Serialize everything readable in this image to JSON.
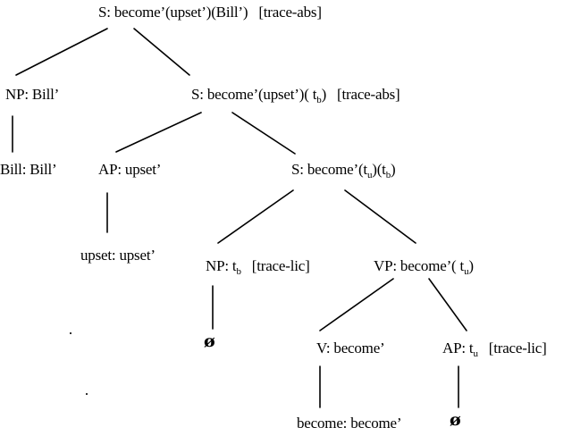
{
  "nodes": {
    "root": {
      "pre": "S: become’(upset’)(Bill’)",
      "tag": "[trace-abs]"
    },
    "np_bill": {
      "text": "NP: Bill’"
    },
    "bill_leaf": {
      "text": "Bill: Bill’"
    },
    "s1": {
      "pre": "S: become’(upset’)( t",
      "sub": "b",
      "post": ")",
      "tag": "[trace-abs]"
    },
    "ap_upset": {
      "text": "AP: upset’"
    },
    "upset_leaf": {
      "text": "upset: upset’"
    },
    "s2": {
      "pre": "S: become’(t",
      "sub1": "u",
      "mid": ")(t",
      "sub2": "b",
      "post": ")"
    },
    "np_tb": {
      "pre": "NP: t",
      "sub": "b",
      "tag": "[trace-lic]"
    },
    "null1": {
      "text": "ø"
    },
    "vp": {
      "pre": "VP: become’( t",
      "sub": "u",
      "post": ")"
    },
    "v_become": {
      "text": "V: become’"
    },
    "become_leaf": {
      "text": "become: become’"
    },
    "ap_tu": {
      "pre": "AP: t",
      "sub": "u",
      "tag": "[trace-lic]"
    },
    "null2": {
      "text": "ø"
    }
  }
}
